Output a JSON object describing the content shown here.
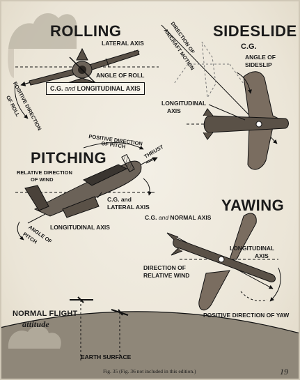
{
  "sections": {
    "rolling": {
      "title": "ROLLING",
      "lateral_axis": "LATERAL AXIS",
      "angle_of_roll": "ANGLE OF ROLL",
      "cg_box_a": "C.G.",
      "cg_box_and": "and",
      "cg_box_b": "LONGITUDINAL AXIS",
      "positive_dir_1": "POSITIVE DIRECTION",
      "positive_dir_2": "OF ROLL"
    },
    "sideslide": {
      "title": "SIDESLIDE",
      "direction_1": "DIRECTION OF",
      "direction_2": "AIRCRAFT MOTION",
      "cg": "C.G.",
      "angle_1": "ANGLE OF",
      "angle_2": "SIDESLIP",
      "long_1": "LONGITUDINAL",
      "long_2": "AXIS"
    },
    "pitching": {
      "title": "PITCHING",
      "positive_1": "POSITIVE DIRECTION",
      "positive_2": "OF PITCH",
      "thrust": "THRUST",
      "relative_1": "RELATIVE DIRECTION",
      "relative_2": "OF WIND",
      "cg_1": "C.G. and",
      "cg_2": "LATERAL AXIS",
      "long_axis": "LONGITUDINAL AXIS",
      "angle_1": "ANGLE OF",
      "angle_2": "PITCH"
    },
    "yawing": {
      "title": "YAWING",
      "cg_normal_a": "C.G.",
      "cg_normal_and": "and",
      "cg_normal_b": "NORMAL AXIS",
      "long_1": "LONGITUDINAL",
      "long_2": "AXIS",
      "direction_1": "DIRECTION OF",
      "direction_2": "RELATIVE WIND",
      "positive": "POSITIVE DIRECTION OF YAW"
    },
    "normal_flight": {
      "title_1": "NORMAL FLIGHT",
      "title_2": "attitude",
      "earth": "EARTH SURFACE"
    }
  },
  "caption": "Fig. 35 (Fig. 36 not included in this edition.)",
  "page_number": "19"
}
